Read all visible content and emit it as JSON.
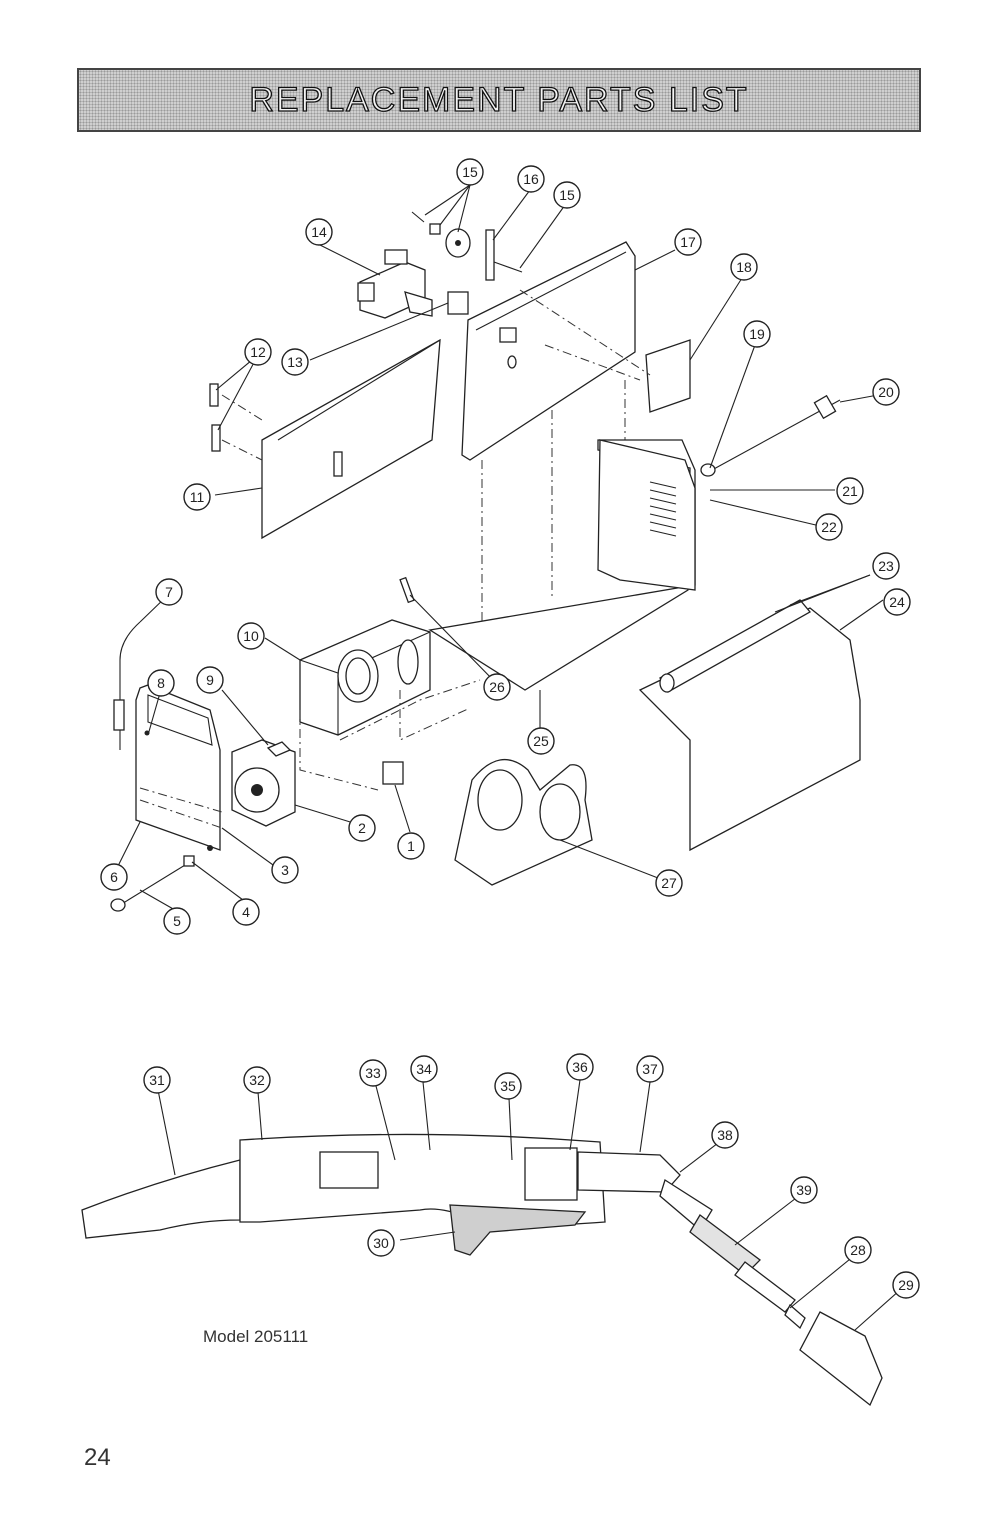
{
  "header": {
    "title": "REPLACEMENT PARTS LIST"
  },
  "model_label": "Model 205111",
  "page_number": "24",
  "callouts": [
    "1",
    "2",
    "3",
    "4",
    "5",
    "6",
    "7",
    "8",
    "9",
    "10",
    "11",
    "12",
    "13",
    "14",
    "15",
    "16",
    "17",
    "18",
    "19",
    "20",
    "21",
    "22",
    "23",
    "24",
    "25",
    "26",
    "27",
    "28",
    "29",
    "30",
    "31",
    "32",
    "33",
    "34",
    "35",
    "36",
    "37",
    "38",
    "39"
  ]
}
